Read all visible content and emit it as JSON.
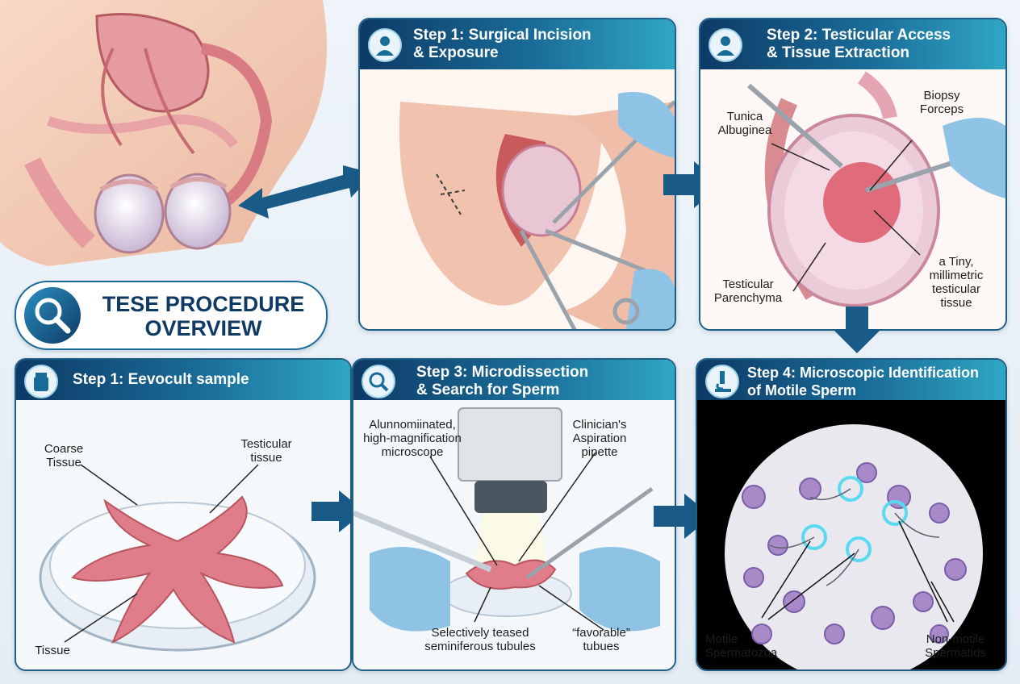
{
  "overview": {
    "title": "TESE PROCEDURE\nOVERVIEW",
    "icon": "magnifier-icon"
  },
  "panels": {
    "step1_incision": {
      "title": "Step 1: Surgical Incision\n& Exposure",
      "icon": "doctor-icon"
    },
    "step2_access": {
      "title": "Step 2: Testicular Access\n& Tissue Extraction",
      "icon": "doctor-icon",
      "labels": {
        "tunica": "Tunica\nAlbuginea",
        "forceps": "Biopsy\nForceps",
        "parenchyma": "Testicular\nParenchyma",
        "tissue": "a Tiny,\nmillimetric\ntesticular\ntissue"
      }
    },
    "step1_sample": {
      "title": "Step 1: Eevocult sample",
      "icon": "specimen-jar-icon",
      "labels": {
        "coarse": "Coarse\nTissue",
        "testicular": "Testicular\ntissue",
        "tissue": "Tissue"
      }
    },
    "step3_microdissection": {
      "title": "Step 3: Microdissection\n& Search for Sperm",
      "icon": "search-eye-icon",
      "labels": {
        "microscope": "Alunnomiinated,\nhigh-magnification\nmicroscope",
        "pipette": "Clinician's\nAspiration\npipette",
        "teased": "Selectively teased\nseminiferous tubules",
        "favorable": "“favorable”\ntubues"
      }
    },
    "step4_identification": {
      "title": "Step 4: Microscopic Identification\nof Motile Sperm",
      "icon": "microscope-icon",
      "labels": {
        "motile": "Motile\nSpermatozoa",
        "nonmotile": "Non-motile\nSpermatids"
      }
    }
  },
  "colors": {
    "header_dark": "#0d3a66",
    "header_light": "#2fa6c4",
    "arrow": "#1a5a86",
    "tissue": "#e07d8a",
    "glove": "#8fc3e6"
  }
}
